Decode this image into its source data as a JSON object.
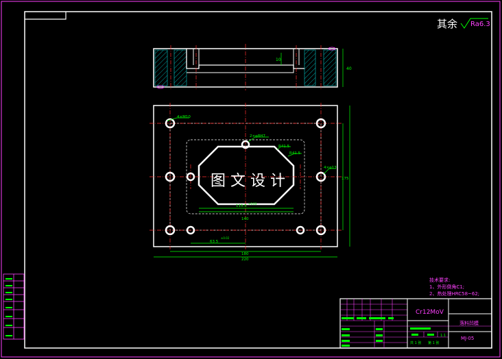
{
  "roughness": {
    "prefix": "其余",
    "value": "Ra6.3"
  },
  "watermark": "图 文 设 计",
  "top_view_dims": {
    "depth": "10",
    "height": "40"
  },
  "plan_dims": {
    "hole_note_left": "4×M10",
    "hole_note_top": "2×φ8H7",
    "hole_note_right": "4×φ13",
    "r1": "R41.5",
    "r2": "R41.5",
    "slot_width": "115.5",
    "slot_tol": "+0.03",
    "inner_width": "140",
    "bottom_dim": "63.5",
    "bottom_tol": "±0.02",
    "overall_inner": "180",
    "overall": "220",
    "height_dim": "175"
  },
  "tech_req": {
    "title": "技术要求:",
    "line1": "1、外形倒角C1;",
    "line2": "2、热处理HRC58~62;"
  },
  "title_block": {
    "material": "Cr12MoV",
    "part_name": "落料凹模",
    "drawing_no": "MJ-05",
    "scale": "1:1",
    "sheet_total": "共 1 张",
    "sheet_no": "第 1 张"
  },
  "colors": {
    "frame": "#ffffff",
    "dimension": "#00ff00",
    "annotation": "#ff40ff",
    "centerline": "#ff3030",
    "hatch": "#00c8c8"
  }
}
